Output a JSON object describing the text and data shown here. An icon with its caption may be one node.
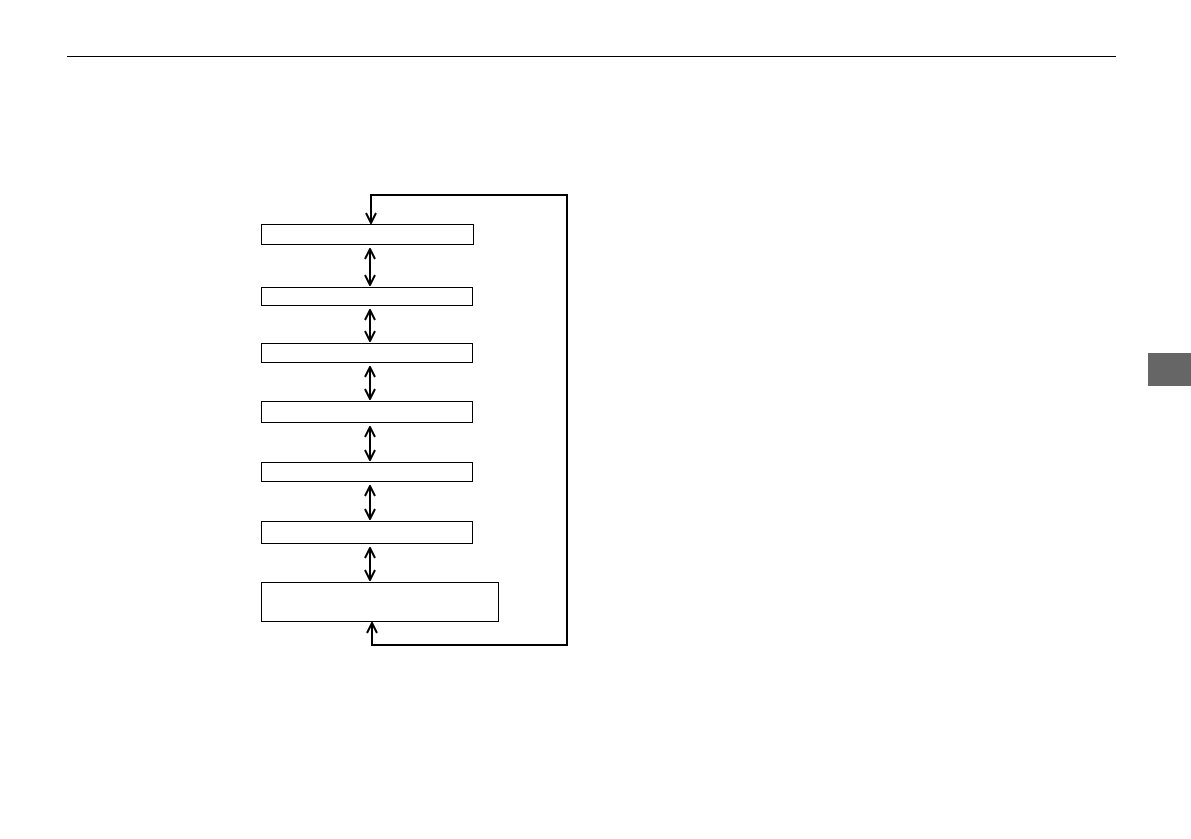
{
  "diagram": {
    "nodes": [
      {
        "text": [],
        "shape": "box"
      },
      {
        "text": [],
        "shape": "box"
      },
      {
        "text": [],
        "shape": "box"
      },
      {
        "text": [],
        "shape": "box"
      },
      {
        "text": [],
        "shape": "box"
      },
      {
        "text": [],
        "shape": "box"
      },
      {
        "text": [],
        "shape": "box"
      }
    ],
    "edges": [
      {
        "from": 0,
        "to": 1,
        "arrow": "both"
      },
      {
        "from": 1,
        "to": 2,
        "arrow": "both"
      },
      {
        "from": 2,
        "to": 3,
        "arrow": "both"
      },
      {
        "from": 3,
        "to": 4,
        "arrow": "both"
      },
      {
        "from": 4,
        "to": 5,
        "arrow": "both"
      },
      {
        "from": 5,
        "to": 6,
        "arrow": "both"
      },
      {
        "from": 6,
        "to": 0,
        "arrow": "both"
      }
    ]
  }
}
